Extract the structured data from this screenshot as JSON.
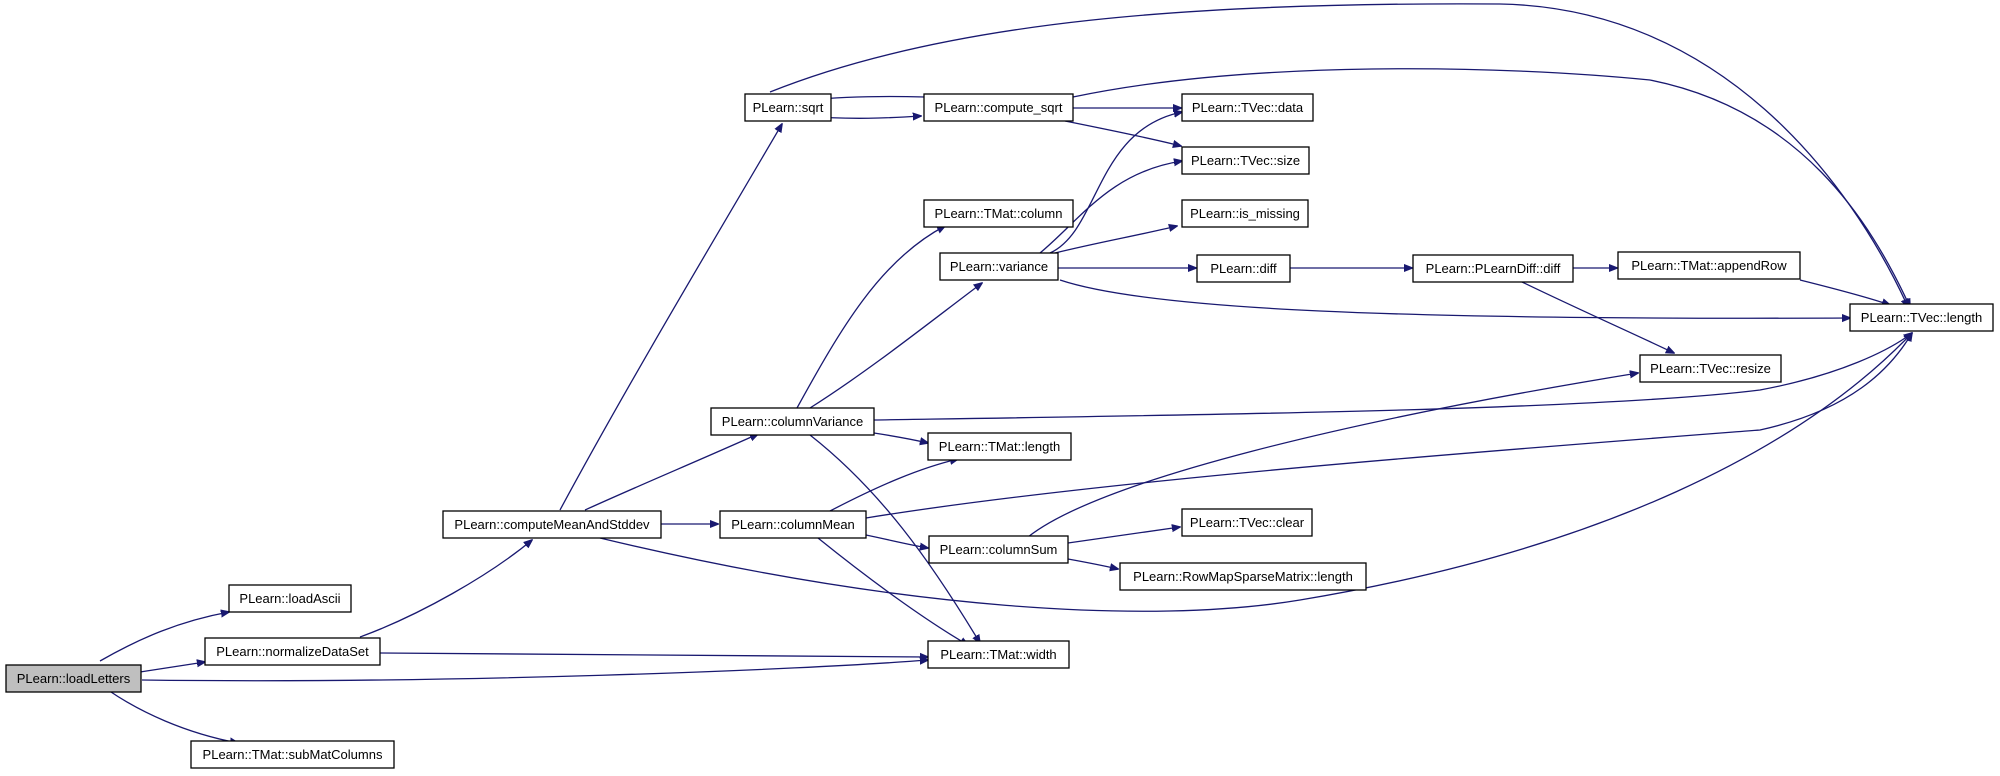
{
  "graph": {
    "colors": {
      "edge": "#191970",
      "node_border": "#000000",
      "root_fill": "#bfbfbf",
      "node_fill": "#ffffff"
    },
    "nodes": {
      "loadLetters": "PLearn::loadLetters",
      "loadAscii": "PLearn::loadAscii",
      "normalizeDataSet": "PLearn::normalizeDataSet",
      "subMatColumns": "PLearn::TMat::subMatColumns",
      "computeMeanAndStddev": "PLearn::computeMeanAndStddev",
      "sqrt": "PLearn::sqrt",
      "compute_sqrt": "PLearn::compute_sqrt",
      "tvec_data": "PLearn::TVec::data",
      "tvec_size": "PLearn::TVec::size",
      "tmat_column": "PLearn::TMat::column",
      "is_missing": "PLearn::is_missing",
      "variance": "PLearn::variance",
      "diff": "PLearn::diff",
      "plearndiff_diff": "PLearn::PLearnDiff::diff",
      "appendRow": "PLearn::TMat::appendRow",
      "tvec_length": "PLearn::TVec::length",
      "tvec_resize": "PLearn::TVec::resize",
      "columnVariance": "PLearn::columnVariance",
      "tmat_length": "PLearn::TMat::length",
      "columnMean": "PLearn::columnMean",
      "tvec_clear": "PLearn::TVec::clear",
      "columnSum": "PLearn::columnSum",
      "rowmap_length": "PLearn::RowMapSparseMatrix::length",
      "tmat_width": "PLearn::TMat::width"
    }
  }
}
